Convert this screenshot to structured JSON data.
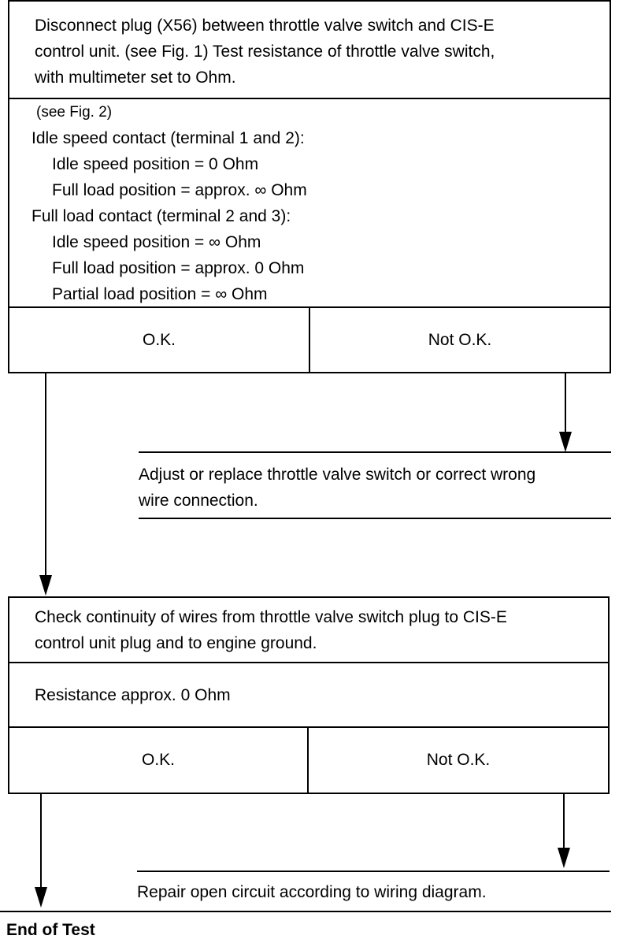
{
  "step1": {
    "instruction_lines": [
      "Disconnect plug (X56) between throttle valve switch and CIS-E",
      "control unit.  (see Fig. 1)  Test resistance of throttle valve switch,",
      "with multimeter set to Ohm."
    ],
    "spec_lines": [
      "(see Fig. 2)",
      "Idle speed contact (terminal 1 and 2):",
      "Idle speed position = 0 Ohm",
      "Full load position = approx. ∞ Ohm",
      "Full load contact (terminal 2 and 3):",
      "Idle speed position = ∞ Ohm",
      "Full load position = approx. 0 Ohm",
      "Partial load position =  ∞ Ohm"
    ],
    "ok_label": "O.K.",
    "not_ok_label": "Not O.K."
  },
  "remedy1": {
    "lines": [
      "Adjust or replace throttle valve switch or correct wrong",
      "wire connection."
    ]
  },
  "step2": {
    "instruction_lines": [
      "Check continuity of wires from throttle valve switch plug to CIS-E",
      "control unit plug and to engine ground."
    ],
    "spec": "Resistance approx. 0 Ohm",
    "ok_label": "O.K.",
    "not_ok_label": "Not O.K."
  },
  "remedy2": {
    "text": "Repair open circuit according to wiring diagram."
  },
  "end_label": "End of Test"
}
